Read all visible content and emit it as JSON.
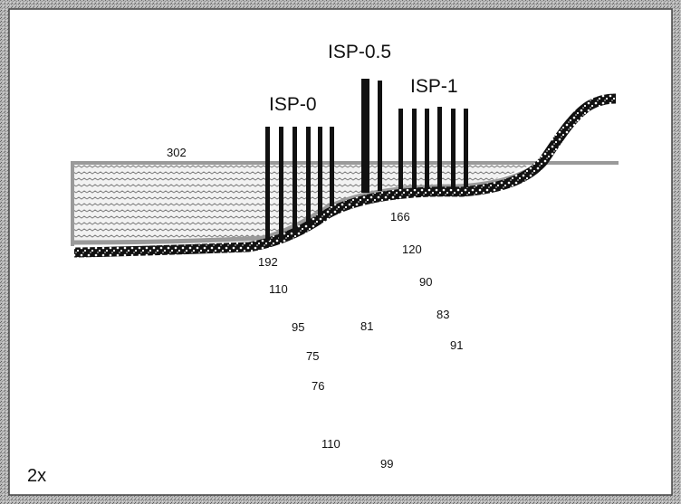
{
  "labels": {
    "isp0": "ISP-0",
    "isp05": "ISP-0.5",
    "isp1": "ISP-1",
    "magnification": "2x"
  },
  "values": {
    "v302": "302",
    "v192": "192",
    "v110a": "110",
    "v95": "95",
    "v75": "75",
    "v76": "76",
    "v110b": "110",
    "v99": "99",
    "v81": "81",
    "v166": "166",
    "v120": "120",
    "v90": "90",
    "v83": "83",
    "v91": "91"
  }
}
